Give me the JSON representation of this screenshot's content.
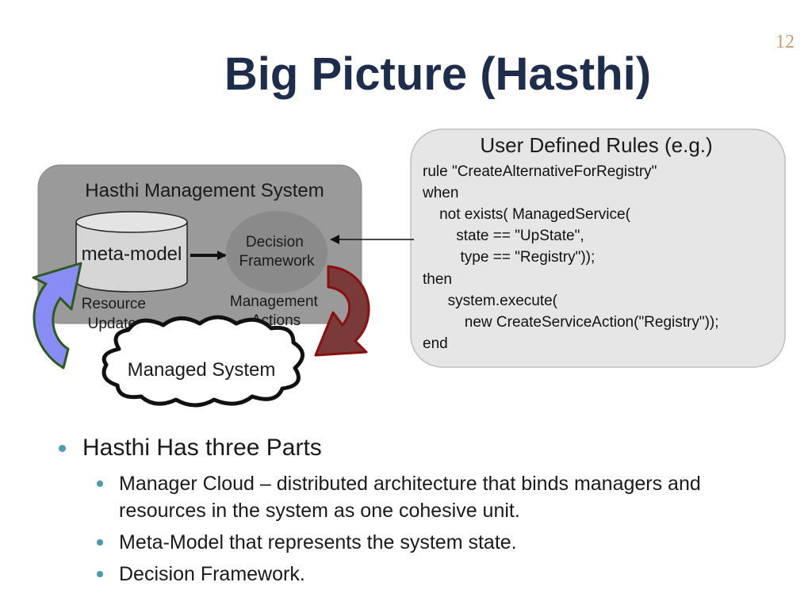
{
  "slide": {
    "number": "12",
    "title": "Big Picture (Hasthi)"
  },
  "diagram": {
    "management_system_label": "Hasthi Management System",
    "meta_model_label": "meta-model",
    "decision_framework_label": [
      "Decision",
      "Framework"
    ],
    "resource_updates_label": [
      "Resource",
      "Updates"
    ],
    "management_actions_label": [
      "Management",
      "Actions"
    ],
    "managed_system_label": "Managed System",
    "rules_title": "User Defined Rules (e.g.)",
    "rules_code": [
      "rule \"CreateAlternativeForRegistry\"",
      "when",
      "    not exists( ManagedService(",
      "        state == \"UpState\",",
      "         type == \"Registry\"));",
      "then",
      "      system.execute(",
      "          new CreateServiceAction(\"Registry\"));",
      "end"
    ],
    "colors": {
      "system_box": "#9a9a9a",
      "cylinder": "#d6d6d6",
      "decision_circle": "#8a8a8a",
      "left_arrow_fill": "#8a8cf5",
      "left_arrow_stroke": "#2e5a1e",
      "right_arrow_fill": "#7a3a3a",
      "right_arrow_stroke": "#8a1010",
      "rules_bg": "#e6e6e6"
    }
  },
  "bullets": {
    "main": "Hasthi Has three Parts",
    "sub": [
      "Manager Cloud – distributed architecture that binds managers and resources in the system as one cohesive unit.",
      "Meta-Model that represents the system state.",
      "Decision Framework."
    ]
  }
}
